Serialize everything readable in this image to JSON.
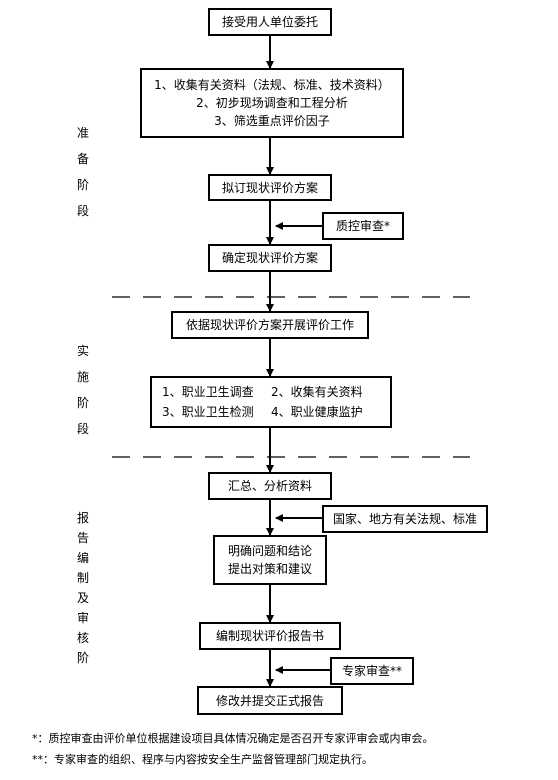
{
  "flow": {
    "accept": "接受用人单位委托",
    "collect": [
      "1、收集有关资料（法规、标准、技术资料）",
      "2、初步现场调查和工程分析",
      "3、筛选重点评价因子"
    ],
    "draft": "拟订现状评价方案",
    "qc": "质控审查*",
    "confirm": "确定现状评价方案",
    "implement": "依据现状评价方案开展评价工作",
    "tasks": [
      "1、职业卫生调查",
      "2、收集有关资料",
      "3、职业卫生检测",
      "4、职业健康监护"
    ],
    "summary": "汇总、分析资料",
    "regs": "国家、地方有关法规、标准",
    "conclude": [
      "明确问题和结论",
      "提出对策和建议"
    ],
    "report": "编制现状评价报告书",
    "expert": "专家审查**",
    "final": "修改并提交正式报告"
  },
  "stages": {
    "prep": [
      "准",
      "备",
      "阶",
      "段"
    ],
    "impl": [
      "实",
      "施",
      "阶",
      "段"
    ],
    "report": [
      "报",
      "告",
      "编",
      "制",
      "及",
      "审",
      "核",
      "阶"
    ]
  },
  "notes": [
    "*：质控审查由评价单位根据建设项目具体情况确定是否召开专家评审会或内审会。",
    "**：专家审查的组织、程序与内容按安全生产监督管理部门规定执行。"
  ]
}
